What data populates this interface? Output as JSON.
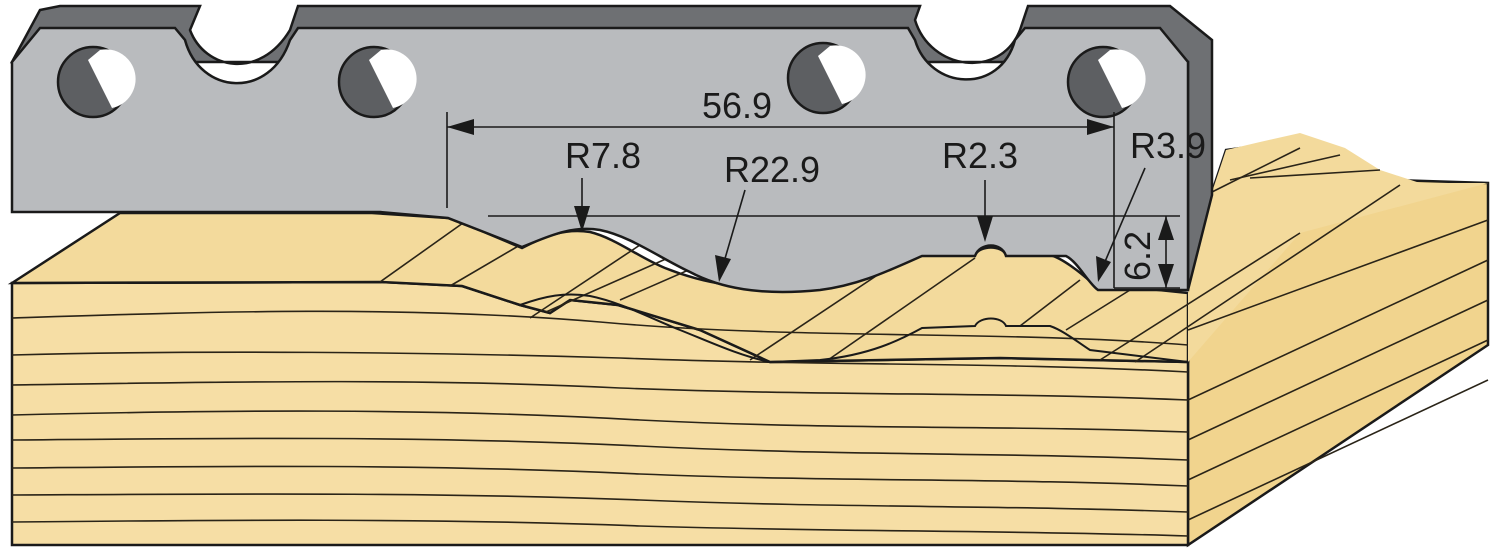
{
  "dimensions": {
    "width_label": "56.9",
    "radius_1": "R7.8",
    "radius_2": "R22.9",
    "radius_3": "R2.3",
    "radius_4": "R3.9",
    "depth_label": "6.2"
  },
  "colors": {
    "knife_face": "#b9bbbe",
    "knife_edge": "#6e7073",
    "knife_hole": "#5d5f62",
    "wood_top": "#f3da9c",
    "wood_front": "#f6dea5",
    "wood_side": "#f1d48e",
    "wood_grain": "#2a2418",
    "outline": "#1a1a1a"
  }
}
